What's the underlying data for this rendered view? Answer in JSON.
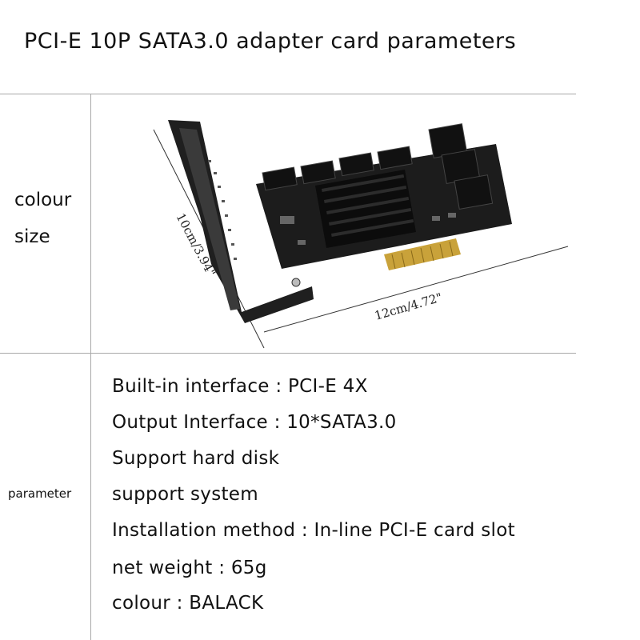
{
  "title": "PCI-E 10P SATA3.0 adapter card parameters",
  "rows": {
    "colour_label": "colour",
    "size_label": "size",
    "parameter_label": "parameter"
  },
  "dimensions": {
    "height": "10cm/3.94\"",
    "width": "12cm/4.72\""
  },
  "parameters": [
    "Built-in interface : PCI-E  4X",
    "Output Interface : 10*SATA3.0",
    "Support hard disk",
    "support system",
    "Installation method : In-line PCI-E card slot",
    "net weight : 65g",
    "colour : BALACK"
  ],
  "colors": {
    "divider": "#a8a8a8",
    "board": "#1c1c1c",
    "gold": "#c9a23a"
  }
}
